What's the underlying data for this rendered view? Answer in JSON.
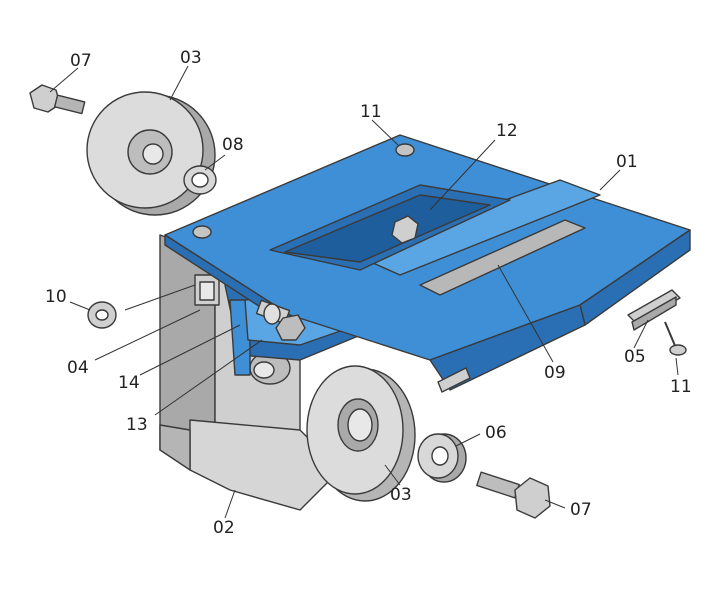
{
  "colors": {
    "blue": "#3f8fd6",
    "blue_dark": "#2a6fb3",
    "blue_light": "#5aa6e4",
    "gray": "#cfcfcf",
    "gray_dark": "#a9a9a9",
    "gray_light": "#e8e8e8",
    "outline": "#3a3a3a",
    "slot": "#b8b8b8"
  },
  "callouts": [
    {
      "key": "c07_top",
      "text": "07"
    },
    {
      "key": "c03_top",
      "text": "03"
    },
    {
      "key": "c08",
      "text": "08"
    },
    {
      "key": "c11_top",
      "text": "11"
    },
    {
      "key": "c12",
      "text": "12"
    },
    {
      "key": "c01",
      "text": "01"
    },
    {
      "key": "c10",
      "text": "10"
    },
    {
      "key": "c04",
      "text": "04"
    },
    {
      "key": "c14",
      "text": "14"
    },
    {
      "key": "c13",
      "text": "13"
    },
    {
      "key": "c09",
      "text": "09"
    },
    {
      "key": "c05",
      "text": "05"
    },
    {
      "key": "c11_bottom",
      "text": "11"
    },
    {
      "key": "c06",
      "text": "06"
    },
    {
      "key": "c03_bottom",
      "text": "03"
    },
    {
      "key": "c07_bottom",
      "text": "07"
    },
    {
      "key": "c02",
      "text": "02"
    }
  ]
}
